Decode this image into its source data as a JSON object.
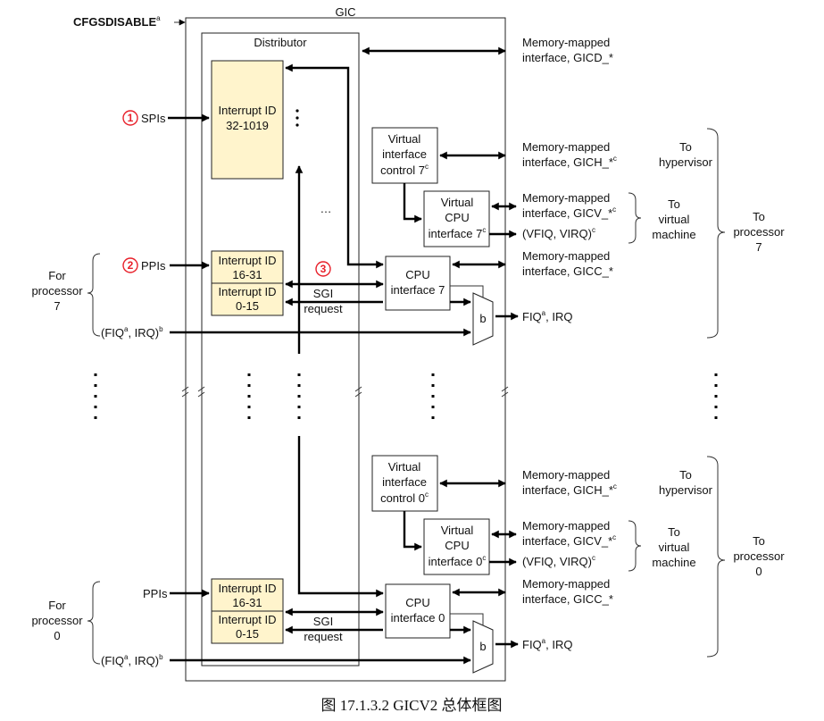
{
  "title": "GIC",
  "cfgsdisable": "CFGSDISABLE",
  "distributor": "Distributor",
  "spis": "SPIs",
  "ppis": "PPIs",
  "intid_spi_1": "Interrupt ID",
  "intid_spi_2": "32-1019",
  "intid_ppi_1": "Interrupt ID",
  "intid_ppi_2": "16-31",
  "intid_sgi_1": "Interrupt ID",
  "intid_sgi_2": "0-15",
  "sgi_req_1": "SGI",
  "sgi_req_2": "request",
  "mm_line1": "Memory-mapped",
  "gicd": "interface, GICD_*",
  "gich": "interface, GICH_*",
  "gicv": "interface, GICV_*",
  "gicc": "interface, GICC_*",
  "vfiq": "(VFIQ, VIRQ)",
  "fiq_out": "FIQ",
  "irq_out": ", IRQ",
  "fiq_in_a": "(FIQ",
  "fiq_in_b": ", IRQ)",
  "sup_a": "a",
  "sup_b": "b",
  "sup_c": "c",
  "to": "To",
  "hypervisor": "hypervisor",
  "virtual": "virtual",
  "machine": "machine",
  "processor": "processor",
  "for": "For",
  "vic_1": "Virtual",
  "vic_2": "interface",
  "vic7_3": "control 7",
  "vic0_3": "control 0",
  "vcpu_1": "Virtual",
  "vcpu_2": "CPU",
  "vcpu7_3": "interface 7",
  "vcpu0_3": "interface 0",
  "cpu_1": "CPU",
  "cpu7_2": "interface 7",
  "cpu0_2": "interface 0",
  "mux": "b",
  "proc7": "7",
  "proc0": "0",
  "ellipsis": "…",
  "num1": "1",
  "num2": "2",
  "num3": "3",
  "caption": "图 17.1.3.2 GICV2 总体框图"
}
